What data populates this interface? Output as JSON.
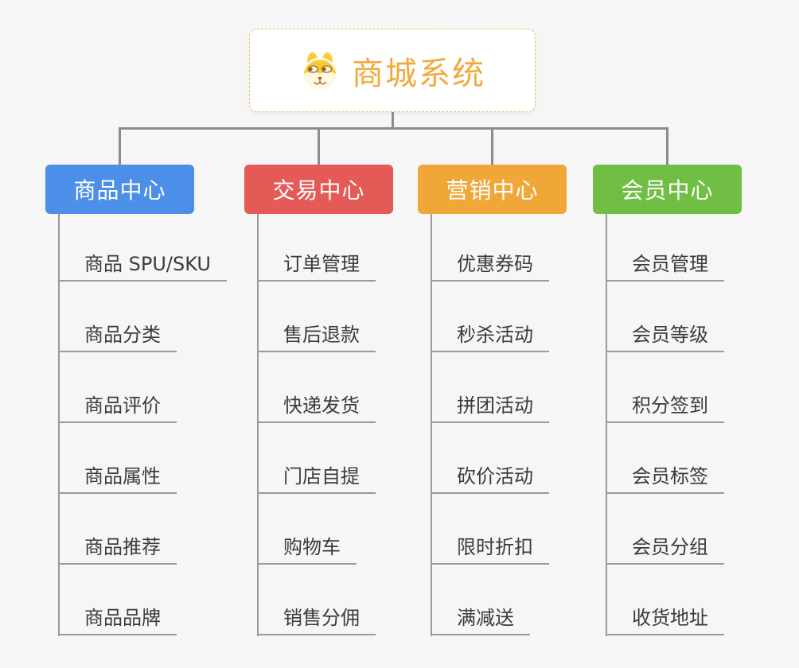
{
  "root": {
    "title": "商城系统",
    "icon": "dog-face-icon",
    "title_color": "#f2a93e",
    "border_color": "#edbd76"
  },
  "branches": [
    {
      "label": "商品中心",
      "color": "#4b8fe8",
      "items": [
        "商品 SPU/SKU",
        "商品分类",
        "商品评价",
        "商品属性",
        "商品推荐",
        "商品品牌"
      ]
    },
    {
      "label": "交易中心",
      "color": "#e35a56",
      "items": [
        "订单管理",
        "售后退款",
        "快递发货",
        "门店自提",
        "购物车",
        "销售分佣"
      ]
    },
    {
      "label": "营销中心",
      "color": "#f0a737",
      "items": [
        "优惠券码",
        "秒杀活动",
        "拼团活动",
        "砍价活动",
        "限时折扣",
        "满减送"
      ]
    },
    {
      "label": "会员中心",
      "color": "#71be44",
      "items": [
        "会员管理",
        "会员等级",
        "积分签到",
        "会员标签",
        "会员分组",
        "收货地址"
      ]
    }
  ],
  "colors": {
    "connector": "#8c8c8c",
    "leaf_line": "#9a9a9a",
    "leaf_text": "#3b3b3b",
    "background": "#f6f6f6"
  }
}
